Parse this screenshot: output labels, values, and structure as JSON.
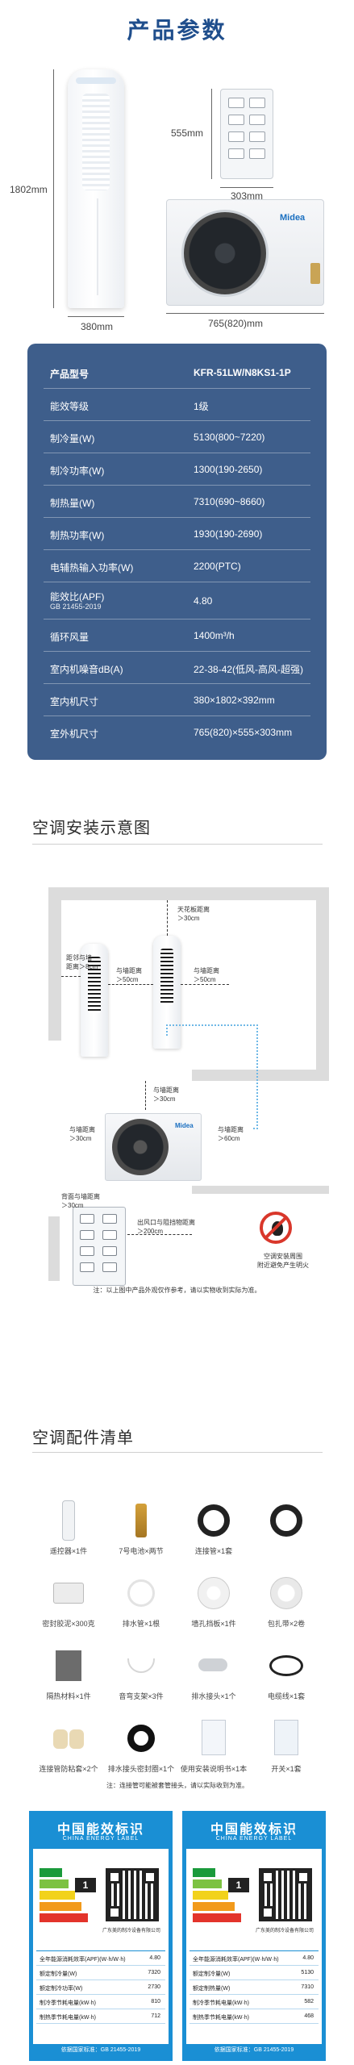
{
  "section1": {
    "title": "产品参数",
    "dims": {
      "indoor_height": "1802mm",
      "indoor_width": "380mm",
      "outdoor_side_height": "555mm",
      "outdoor_side_depth": "303mm",
      "outdoor_width": "765(820)mm"
    },
    "outdoor_brand": "Midea"
  },
  "spec": {
    "head": {
      "key": "产品型号",
      "value": "KFR-51LW/N8KS1-1P"
    },
    "rows": [
      {
        "key": "能效等级",
        "value": "1级"
      },
      {
        "key": "制冷量(W)",
        "value": "5130(800~7220)"
      },
      {
        "key": "制冷功率(W)",
        "value": "1300(190-2650)"
      },
      {
        "key": "制热量(W)",
        "value": "7310(690~8660)"
      },
      {
        "key": "制热功率(W)",
        "value": "1930(190-2690)"
      },
      {
        "key": "电辅热输入功率(W)",
        "value": "2200(PTC)"
      },
      {
        "key": "能效比(APF)",
        "sub": "GB 21455-2019",
        "value": "4.80"
      },
      {
        "key": "循环风量",
        "value": "1400m³/h"
      },
      {
        "key": "室内机噪音dB(A)",
        "value": "22-38-42(低风-高风-超强)"
      },
      {
        "key": "室内机尺寸",
        "value": "380×1802×392mm"
      },
      {
        "key": "室外机尺寸",
        "value": "765(820)×555×303mm"
      }
    ]
  },
  "install": {
    "title": "空调安装示意图",
    "labels": {
      "left_wall": "距邻与墙\n距离＞8cm",
      "ceiling": "天花板距离\n＞30cm",
      "mid_left": "与墙距离\n＞50cm",
      "mid_right": "与墙距离\n＞50cm",
      "outdoor_top": "与墙距离\n＞30cm",
      "outdoor_left": "与墙距离\n＞30cm",
      "outdoor_right": "与墙距离\n＞60cm",
      "rear_left": "背面与墙距离\n＞30cm",
      "rear_right": "出风口与阻挡物距离\n＞200cm",
      "fire": "空调安装周围\n附近避免产生明火"
    },
    "note": "注：以上图中产品外观仅作参考，请以实物收到实际为准。"
  },
  "accessories": {
    "title": "空调配件清单",
    "items": [
      {
        "label": "遥控器×1件"
      },
      {
        "label": "7号电池×两节"
      },
      {
        "label": "连接管×1套"
      },
      {
        "label": ""
      },
      {
        "label": "密封胶泥×300克"
      },
      {
        "label": "排水管×1根"
      },
      {
        "label": "墙孔挡板×1件"
      },
      {
        "label": "包扎带×2卷"
      },
      {
        "label": "隔热材料×1件"
      },
      {
        "label": "音弯支架×3件"
      },
      {
        "label": "排水接头×1个"
      },
      {
        "label": "电缆线×1套"
      },
      {
        "label": "连接管防粘套×2个"
      },
      {
        "label": "排水接头密封圈×1个"
      },
      {
        "label": "使用安装说明书×1本"
      },
      {
        "label": "开关×1套"
      }
    ],
    "note": "注：连接管可能被套管接头，请以实际收到为准。"
  },
  "energy_labels": [
    {
      "cn": "中国能效标识",
      "en": "CHINA ENERGY LABEL",
      "grade": "1",
      "mfr": "广东美的制冷设备有限公司",
      "rows": [
        {
          "a": "全年能源消耗效率(APF)(W·h/W·h)",
          "b": "4.80"
        },
        {
          "a": "额定制冷量(W)",
          "b": "7320"
        },
        {
          "a": "额定制冷功率(W)",
          "b": "2730"
        },
        {
          "a": "制冷季节耗电量(kW·h)",
          "b": "810"
        },
        {
          "a": "制热季节耗电量(kW·h)",
          "b": "712"
        }
      ],
      "footer": "依据国家标准：GB 21455-2019"
    },
    {
      "cn": "中国能效标识",
      "en": "CHINA ENERGY LABEL",
      "grade": "1",
      "mfr": "广东美的制冷设备有限公司",
      "rows": [
        {
          "a": "全年能源消耗效率(APF)(W·h/W·h)",
          "b": "4.80"
        },
        {
          "a": "额定制冷量(W)",
          "b": "5130"
        },
        {
          "a": "额定制热量(W)",
          "b": "7310"
        },
        {
          "a": "制冷季节耗电量(kW·h)",
          "b": "582"
        },
        {
          "a": "制热季节耗电量(kW·h)",
          "b": "468"
        }
      ],
      "footer": "依据国家标准：GB 21455-2019"
    }
  ]
}
